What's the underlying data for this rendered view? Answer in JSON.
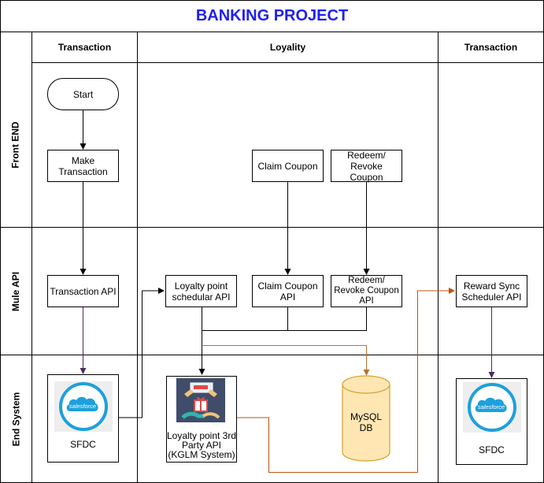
{
  "title": "BANKING PROJECT",
  "columns": [
    "Transaction",
    "Loyality",
    "Transaction"
  ],
  "rows": [
    "Front END",
    "Mule API",
    "End System"
  ],
  "nodes": {
    "start": "Start",
    "make_transaction": "Make\nTransaction",
    "claim_coupon": "Claim Coupon",
    "redeem_revoke_coupon": "Redeem/\nRevoke Coupon",
    "transaction_api": "Transaction API",
    "loyalty_scheduler_api": "Loyalty point\nschedular API",
    "claim_coupon_api": "Claim Coupon\nAPI",
    "redeem_revoke_coupon_api": "Redeem/\nRevoke Coupon\nAPI",
    "reward_sync_scheduler_api": "Reward Sync\nScheduler API",
    "sfdc_left": "SFDC",
    "sfdc_right": "SFDC",
    "loyalty_3rd_party_api": "Loyalty point 3rd\nParty API\n(KGLM System)",
    "mysql_db": "MySQL\nDB"
  },
  "logo_text": "salesforce",
  "icons": {
    "salesforce": "salesforce-cloud-icon",
    "gift": "gift-voucher-icon",
    "database": "database-cylinder-icon"
  },
  "colors": {
    "title": "#1f1ff0",
    "arrow_black": "#000000",
    "arrow_purple": "#4a2b5e",
    "arrow_orange": "#b8732c",
    "arrow_red": "#c0500f",
    "db_fill": "#ffe6b3",
    "db_stroke": "#d4a02c",
    "salesforce_blue": "#1ea0dc"
  }
}
